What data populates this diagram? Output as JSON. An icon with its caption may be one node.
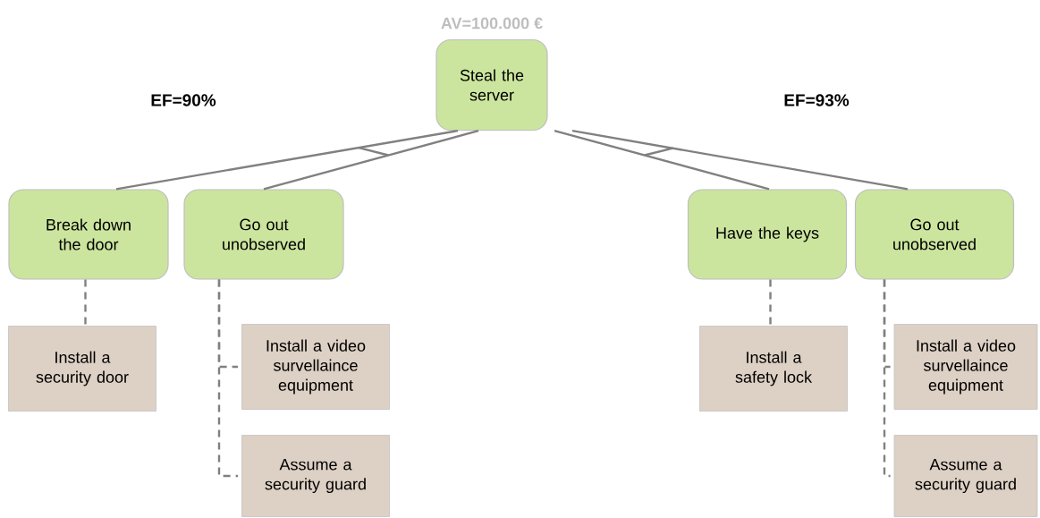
{
  "diagram": {
    "nodes": [
      {
        "text": [
          "Steal the server"
        ],
        "beside": [
          "AV=100.000 €"
        ]
      },
      {
        "text": [
          "Break down the door"
        ]
      },
      {
        "text": [
          "Go out unobserved"
        ]
      },
      {
        "text": [
          "Have the keys"
        ]
      },
      {
        "text": [
          "Go out unobserved"
        ]
      },
      {
        "text": [
          "Install a security door"
        ]
      },
      {
        "text": [
          "Install a video survellaince equipment"
        ]
      },
      {
        "text": [
          "Assume a security guard"
        ]
      },
      {
        "text": [
          "Install a safety lock"
        ]
      },
      {
        "text": [
          "Install a video survellaince equipment"
        ]
      },
      {
        "text": [
          "Assume a security guard"
        ]
      }
    ],
    "edges": [
      {
        "from": 0,
        "to": 1,
        "arrow": "none"
      },
      {
        "from": 0,
        "to": 2,
        "arrow": "none"
      },
      {
        "from": 0,
        "to": 3,
        "arrow": "none"
      },
      {
        "from": 0,
        "to": 4,
        "arrow": "none"
      },
      {
        "from": 1,
        "to": 5,
        "arrow": "none",
        "style": "dashed"
      },
      {
        "from": 2,
        "to": 6,
        "arrow": "none",
        "style": "dashed"
      },
      {
        "from": 2,
        "to": 7,
        "arrow": "none",
        "style": "dashed"
      },
      {
        "from": 3,
        "to": 8,
        "arrow": "none",
        "style": "dashed"
      },
      {
        "from": 4,
        "to": 9,
        "arrow": "none",
        "style": "dashed"
      },
      {
        "from": 4,
        "to": 10,
        "arrow": "none",
        "style": "dashed"
      }
    ],
    "labels": [
      "EF=90%",
      "EF=93%"
    ]
  }
}
